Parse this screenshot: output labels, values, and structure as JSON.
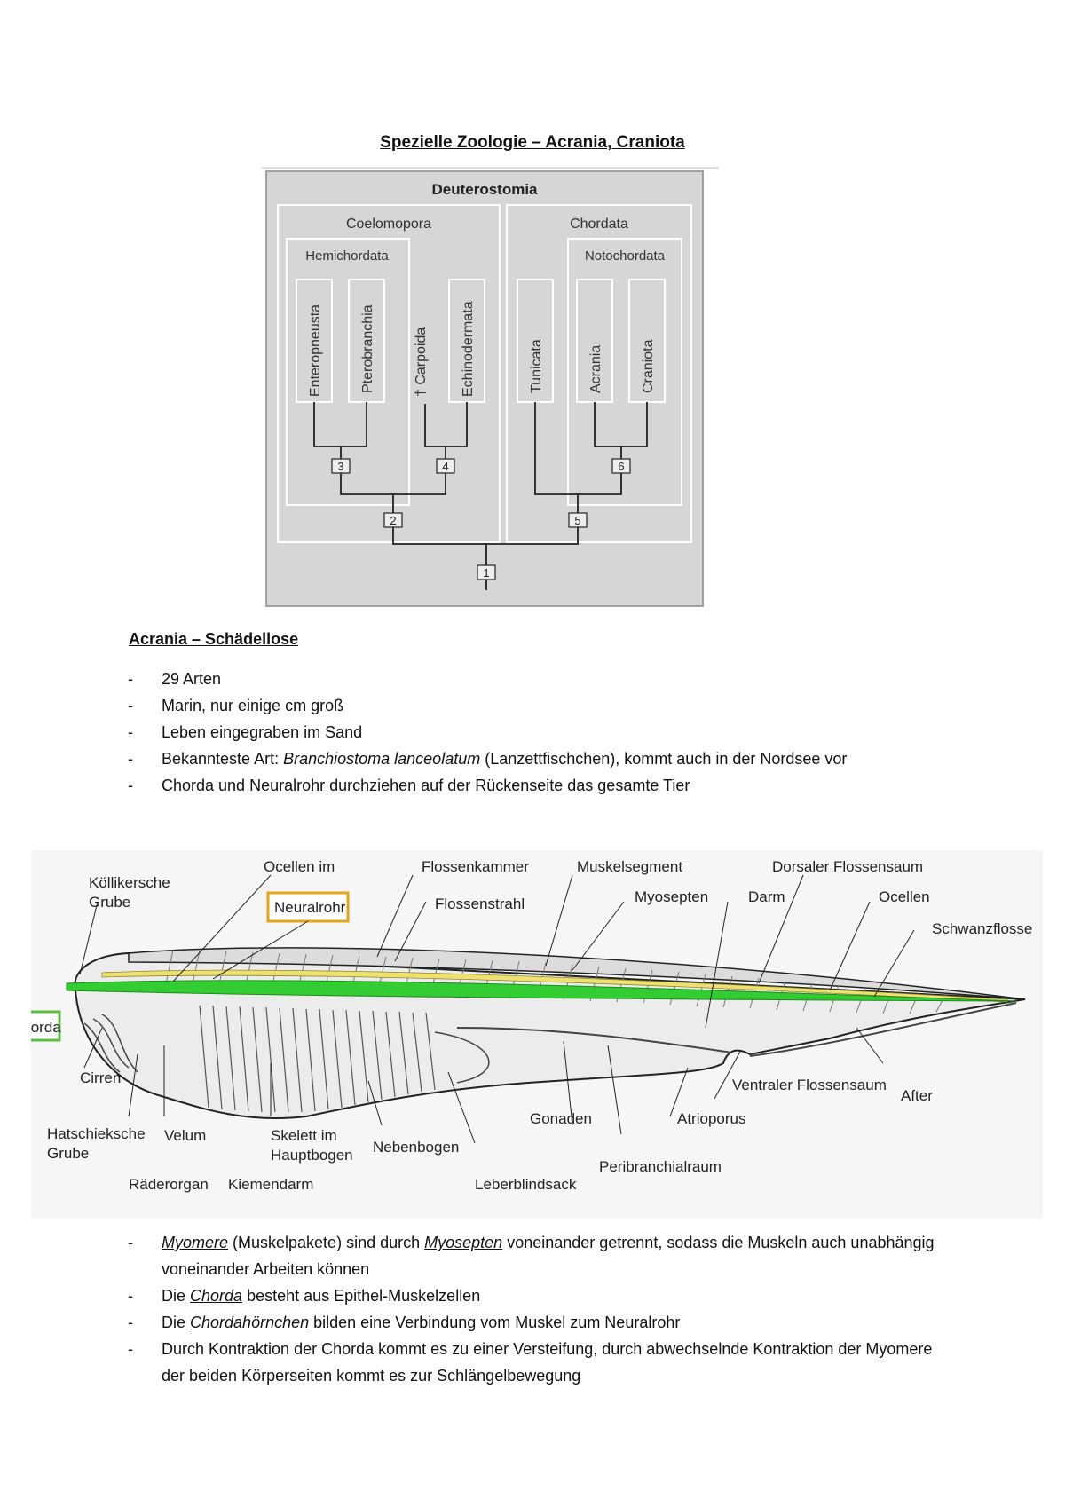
{
  "title": "Spezielle Zoologie – Acrania, Craniota",
  "tree": {
    "root": "Deuterostomia",
    "group_left": "Coelomopora",
    "group_right": "Chordata",
    "sub_left": "Hemichordata",
    "sub_right": "Notochordata",
    "taxa": [
      "Enteropneusta",
      "Pterobranchia",
      "† Carpoida",
      "Echinodermata",
      "Tunicata",
      "Acrania",
      "Craniota"
    ],
    "nodes": [
      "1",
      "2",
      "3",
      "4",
      "5",
      "6"
    ]
  },
  "section_heading": "Acrania – Schädellose",
  "bullets_1": {
    "b1": "29 Arten",
    "b2": "Marin, nur einige cm groß",
    "b3": "Leben eingegraben im Sand",
    "b4_pre": "Bekannteste Art: ",
    "b4_species": "Branchiostoma lanceolatum",
    "b4_post": " (Lanzettfischchen), kommt auch in der Nordsee vor",
    "b5": "Chorda und Neuralrohr durchziehen auf der Rückenseite das gesamte Tier"
  },
  "anatomy": {
    "labels": {
      "koellikersche_grube": [
        "Köllikersche",
        "Grube"
      ],
      "ocellen_im": "Ocellen im",
      "neuralrohr": "Neuralrohr",
      "flossenkammer": "Flossenkammer",
      "flossenstrahl": "Flossenstrahl",
      "muskelsegment": "Muskelsegment",
      "myosepten": "Myosepten",
      "darm": "Darm",
      "dorsaler_flossensaum": "Dorsaler Flossensaum",
      "ocellen": "Ocellen",
      "schwanzflosse": "Schwanzflosse",
      "cirren": "Cirren",
      "chorda": "Chorda",
      "hatschieksche_grube": [
        "Hatschieksche",
        "Grube"
      ],
      "velum": "Velum",
      "skelett": [
        "Skelett im",
        "Hauptbogen"
      ],
      "nebenbogen": "Nebenbogen",
      "gonaden": "Gonaden",
      "atrioporus": "Atrioporus",
      "ventraler_flossensaum": "Ventraler Flossensaum",
      "after": "After",
      "raederorgan": "Räderorgan",
      "kiemendarm": "Kiemendarm",
      "leberblindsack": "Leberblindsack",
      "peribranchialraum": "Peribranchialraum"
    },
    "colors": {
      "chorda": "#33cc33",
      "neuralrohr": "#f0e070",
      "chorda_box": "#5cbf3c",
      "neuralrohr_box": "#e3a51a"
    }
  },
  "bullets_2": {
    "b1_myomere": "Myomere",
    "b1_mid": " (Muskelpakete) sind durch ",
    "b1_myosepten": "Myosepten",
    "b1_post": " voneinander getrennt, sodass die Muskeln auch unabhängig voneinander Arbeiten können",
    "b2_pre": "Die ",
    "b2_chorda": "Chorda",
    "b2_post": " besteht aus Epithel-Muskelzellen",
    "b3_pre": "Die ",
    "b3_chordahoernchen": "Chordahörnchen",
    "b3_post": " bilden eine Verbindung vom Muskel zum Neuralrohr",
    "b4": "Durch Kontraktion der Chorda kommt es zu einer Versteifung, durch abwechselnde Kontraktion der Myomere der beiden Körperseiten kommt es zur Schlängelbewegung"
  }
}
